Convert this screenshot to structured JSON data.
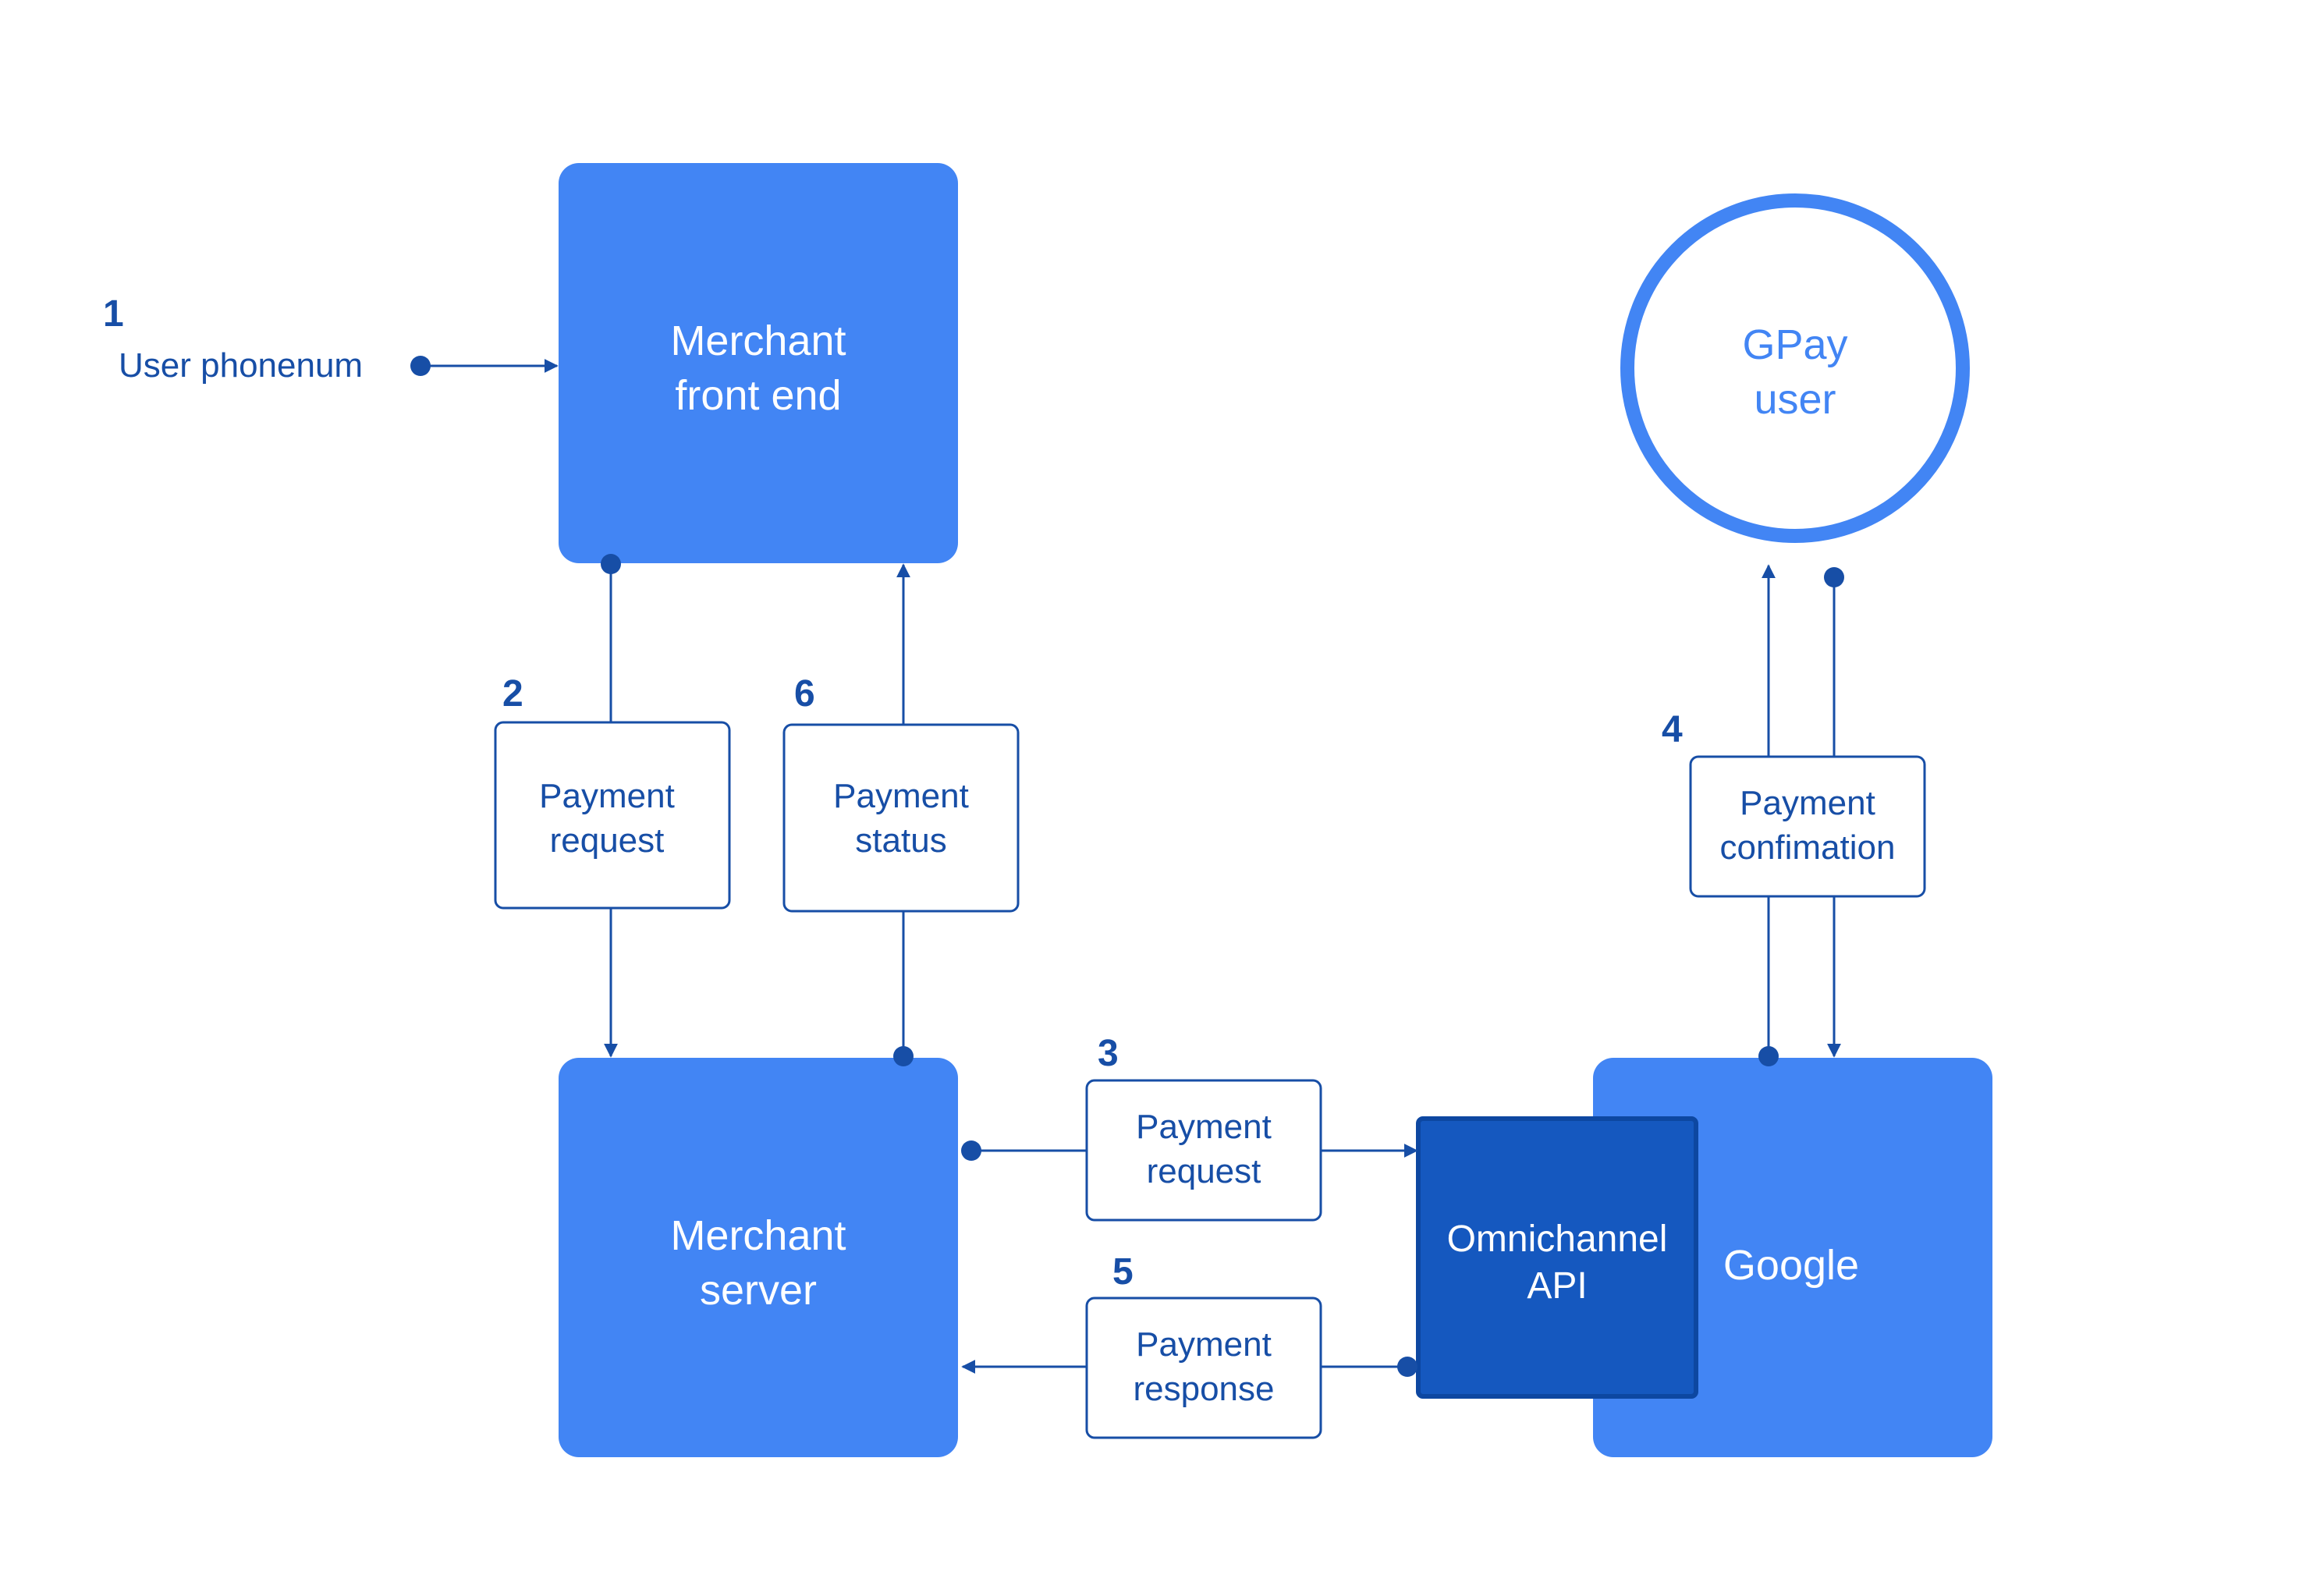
{
  "nodes": {
    "merchant_front_end": {
      "line1": "Merchant",
      "line2": "front end"
    },
    "merchant_server": {
      "line1": "Merchant",
      "line2": "server"
    },
    "gpay_user": {
      "line1": "GPay",
      "line2": "user"
    },
    "google": {
      "label": "Google"
    },
    "omnichannel_api": {
      "line1": "Omnichannel",
      "line2": "API"
    }
  },
  "steps": {
    "s1": {
      "number": "1",
      "label": "User phonenum"
    },
    "s2": {
      "number": "2",
      "line1": "Payment",
      "line2": "request"
    },
    "s3": {
      "number": "3",
      "line1": "Payment",
      "line2": "request"
    },
    "s4": {
      "number": "4",
      "line1": "Payment",
      "line2": "confimation"
    },
    "s5": {
      "number": "5",
      "line1": "Payment",
      "line2": "response"
    },
    "s6": {
      "number": "6",
      "line1": "Payment",
      "line2": "status"
    }
  },
  "colors": {
    "box_blue": "#4285f4",
    "api_blue": "#1558bf",
    "line_blue": "#174ea6"
  }
}
